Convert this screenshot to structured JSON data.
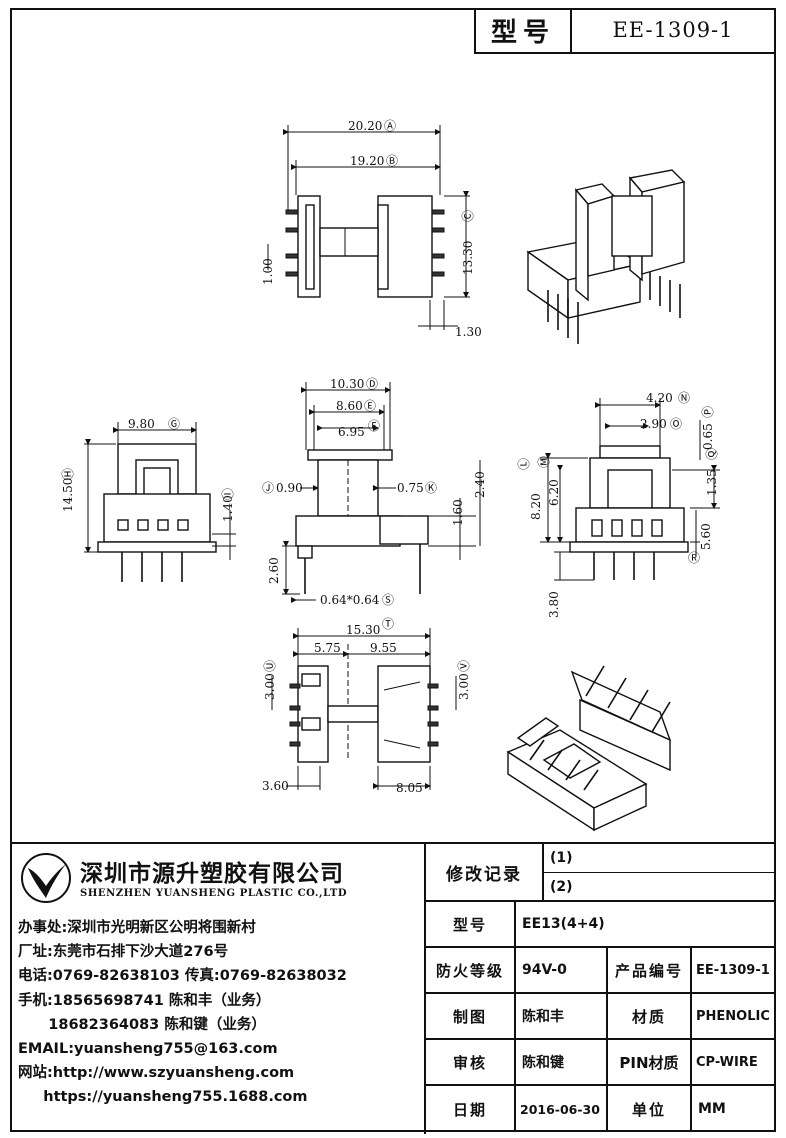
{
  "title_block": {
    "label": "型号",
    "model": "EE-1309-1"
  },
  "dimensions": {
    "top_view": {
      "d1": "20.20",
      "m1": "Ⓐ",
      "d2": "19.20",
      "m2": "Ⓑ",
      "d3": "13.30",
      "m3": "Ⓒ",
      "d4": "1.00",
      "d5": "1.30"
    },
    "left_view": {
      "d1": "9.80",
      "m1": "Ⓖ",
      "d2": "14.50",
      "m2": "Ⓗ",
      "d3": "1.40",
      "m3": "Ⓘ"
    },
    "front_view": {
      "d1": "10.30",
      "m1": "Ⓓ",
      "d2": "8.60",
      "m2": "Ⓔ",
      "d3": "6.95",
      "m3": "Ⓕ",
      "d4": "0.90",
      "m4": "Ⓙ",
      "d5": "0.75",
      "m5": "Ⓚ",
      "d6": "1.60",
      "d7": "2.40",
      "d8": "2.60",
      "d9": "0.64*0.64",
      "m9": "Ⓢ"
    },
    "right_view": {
      "d1": "4.20",
      "m1": "Ⓝ",
      "d2": "2.90",
      "m2": "Ⓞ",
      "d3": "0.65",
      "m3": "Ⓟ",
      "d4": "8.20",
      "m4": "Ⓛ",
      "d5": "6.20",
      "m5": "Ⓜ",
      "d6": "1.35",
      "m6": "Ⓠ",
      "d7": "5.60",
      "d8": "Ⓡ",
      "d9": "3.80"
    },
    "bottom_view": {
      "d1": "15.30",
      "m1": "Ⓣ",
      "d2": "5.75",
      "d3": "9.55",
      "d4": "3.00",
      "m4": "Ⓤ",
      "d5": "3.00",
      "m5": "Ⓥ",
      "d6": "3.60",
      "d7": "8.05"
    }
  },
  "company": {
    "name_cn": "深圳市源升塑胶有限公司",
    "name_en": "SHENZHEN YUANSHENG PLASTIC CO.,LTD",
    "office": "办事处:深圳市光明新区公明将围新村",
    "factory": "厂址:东莞市石排下沙大道276号",
    "phone": "电话:0769-82638103 传真:0769-82638032",
    "mobile1": "手机:18565698741 陈和丰（业务）",
    "mobile2": "      18682364083 陈和键（业务）",
    "email": "EMAIL:yuansheng755@163.com",
    "web1": "网站:http://www.szyuansheng.com",
    "web2": "     https://yuansheng755.1688.com"
  },
  "records": {
    "label": "修改记录",
    "r1": "(1)",
    "r2": "(2)"
  },
  "spec": {
    "model_label": "型号",
    "model_value": "EE13(4+4)",
    "fire_label": "防火等级",
    "fire_value": "94V-0",
    "code_label": "产品编号",
    "code_value": "EE-1309-1",
    "draw_label": "制图",
    "draw_value": "陈和丰",
    "material_label": "材质",
    "material_value": "PHENOLIC",
    "check_label": "审核",
    "check_value": "陈和键",
    "pin_label": "PIN材质",
    "pin_value": "CP-WIRE",
    "date_label": "日期",
    "date_value": "2016-06-30",
    "unit_label": "单位",
    "unit_value": "MM"
  }
}
